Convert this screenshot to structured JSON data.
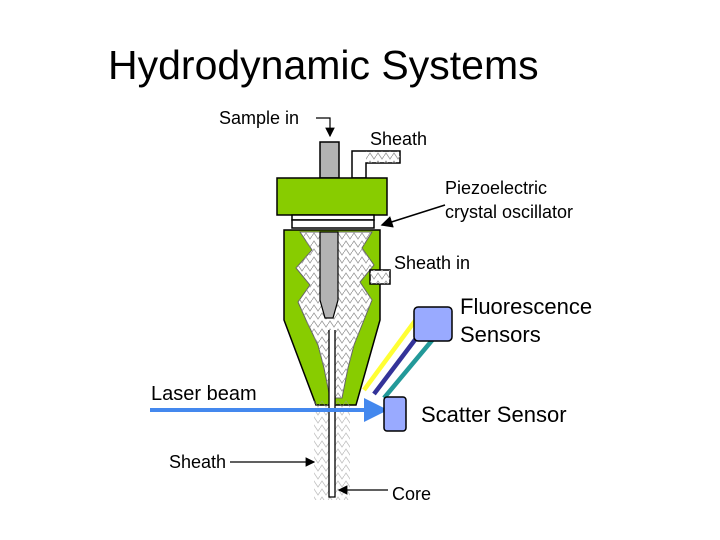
{
  "title": "Hydrodynamic Systems",
  "labels": {
    "sample_in": "Sample in",
    "sheath_top": "Sheath",
    "piezo_line1": "Piezoelectric",
    "piezo_line2": "crystal oscillator",
    "sheath_in": "Sheath in",
    "fluorescence_line1": "Fluorescence",
    "fluorescence_line2": "Sensors",
    "laser_beam": "Laser beam",
    "scatter_sensor": "Scatter Sensor",
    "sheath_bottom": "Sheath",
    "core": "Core"
  },
  "colors": {
    "nozzle_green": "#88cc00",
    "sensor_blue": "#99aaff",
    "laser_blue": "#4488ee",
    "ray_yellow": "#ffff33",
    "ray_navy": "#333399",
    "ray_teal": "#229999",
    "gray": "#b3b3b3"
  }
}
